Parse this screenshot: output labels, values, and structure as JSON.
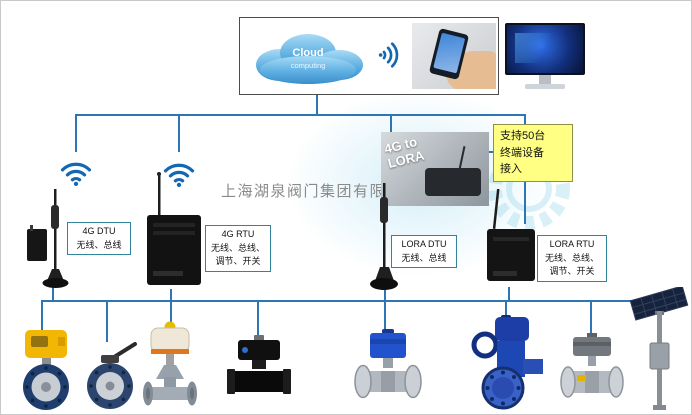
{
  "company": {
    "watermark": "上海湖泉阀门集团有限公司"
  },
  "cloud": {
    "title": "Cloud",
    "subtitle": "computing"
  },
  "note_box": {
    "line1": "支持50台",
    "line2": "终端设备",
    "line3": "接入"
  },
  "gateway": {
    "line1": "4G to",
    "line2": "LORA"
  },
  "device_labels": {
    "dtu_4g": {
      "title": "4G DTU",
      "lines": [
        "无线、总线"
      ]
    },
    "rtu_4g": {
      "title": "4G RTU",
      "lines": [
        "无线、总线、",
        "调节、开关"
      ]
    },
    "dtu_lora": {
      "title": "LORA DTU",
      "lines": [
        "无线、总线"
      ]
    },
    "rtu_lora": {
      "title": "LORA RTU",
      "lines": [
        "无线、总线、",
        "调节、开关"
      ]
    }
  },
  "colors": {
    "connector": "#2e75b6",
    "label_border": "#31849b",
    "note_bg": "#ffff84",
    "wifi": "#1468b3"
  },
  "icons": {
    "wifi": "wifi-signal",
    "cloud": "cloud-computing",
    "monitor": "desktop-monitor",
    "phone": "hand-holding-phone",
    "antenna": "whip-antenna",
    "gear_watermark": "gear"
  },
  "products": [
    "butterfly-valve-yellow-actuator",
    "butterfly-valve-lever",
    "gate-valve-electric-actuator",
    "ball-valve-black-actuator",
    "ball-valve-blue-actuator",
    "globe-valve-blue-electric",
    "ball-valve-gray-actuator",
    "solar-panel-pole"
  ]
}
